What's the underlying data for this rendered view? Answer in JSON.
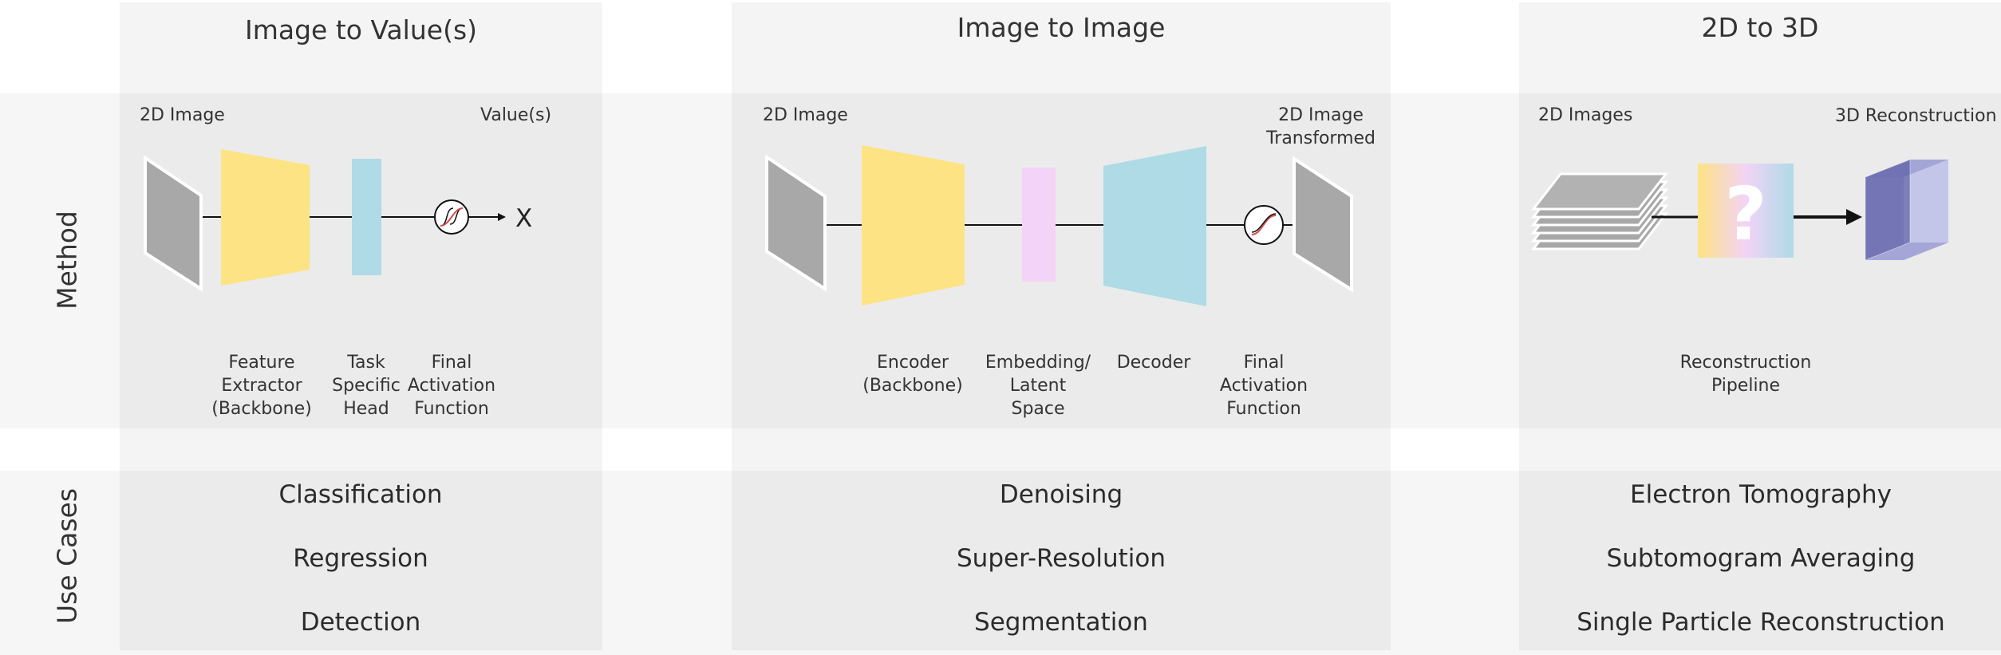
{
  "columns": [
    {
      "title": "Image to Value(s)",
      "input_label": "2D Image",
      "output_label": "Value(s)",
      "output_symbol": "X",
      "captions": [
        "Feature\nExtractor\n(Backbone)",
        "Task\nSpecific\nHead",
        "Final\nActivation\nFunction"
      ],
      "use_cases": [
        "Classification",
        "Regression",
        "Detection"
      ]
    },
    {
      "title": "Image to Image",
      "input_label": "2D Image",
      "output_label": "2D Image\nTransformed",
      "captions": [
        "Encoder\n(Backbone)",
        "Embedding/\nLatent\nSpace",
        "Decoder",
        "Final\nActivation\nFunction"
      ],
      "use_cases": [
        "Denoising",
        "Super-Resolution",
        "Segmentation"
      ]
    },
    {
      "title": "2D to 3D",
      "input_label": "2D Images",
      "output_label": "3D Reconstruction",
      "center_symbol": "?",
      "captions": [
        "Reconstruction\nPipeline"
      ],
      "use_cases": [
        "Electron Tomography",
        "Subtomogram Averaging",
        "Single Particle Reconstruction"
      ]
    }
  ],
  "rows": [
    "Method",
    "Use Cases"
  ],
  "colors": {
    "image": "#a8a8a8",
    "backbone": "#fde383",
    "head": "#aedbe6",
    "latent": "#f3d3f7",
    "decoder": "#aedbe6",
    "cube_front": "#9a9ccc",
    "cube_side": "#d8d9f2"
  }
}
